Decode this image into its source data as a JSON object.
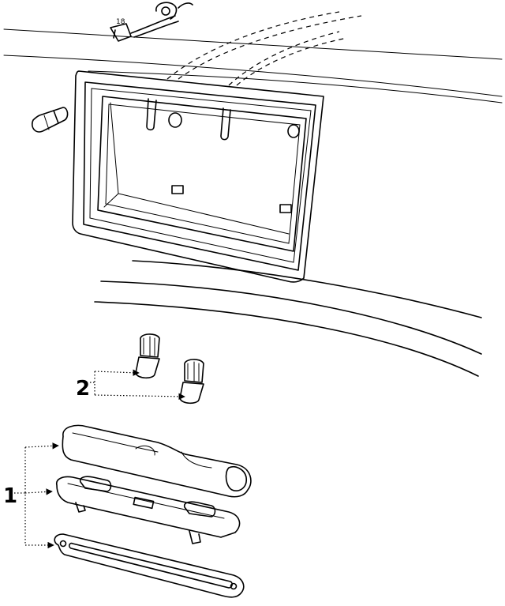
{
  "diagram": {
    "callouts": [
      {
        "id": "2",
        "label": "2"
      },
      {
        "id": "1",
        "label": "1"
      }
    ],
    "small_label": "18"
  }
}
